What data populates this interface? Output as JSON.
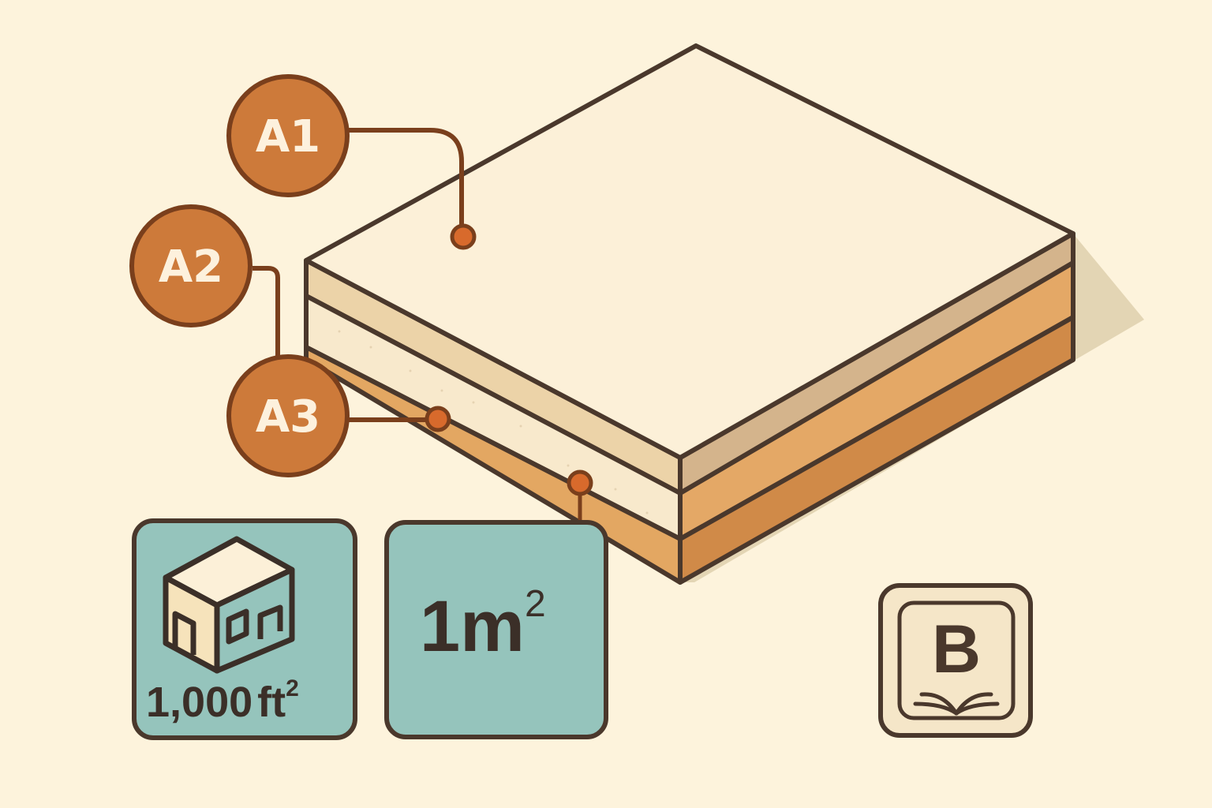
{
  "diagram": {
    "type": "isometric-layered-slab",
    "colors": {
      "background": "#fdf3dc",
      "outline": "#4a382c",
      "top_face": "#fcf0d8",
      "layer_1_left": "#ecd3a8",
      "layer_1_right": "#d4b48c",
      "layer_2_left": "#f8e9cc",
      "layer_2_right": "#e4a866",
      "layer_3_left": "#e3a762",
      "layer_3_right": "#d08a48",
      "shadow": "#e3d5b4",
      "callout_fill": "#cd7a3a",
      "callout_stroke": "#7a3f1c",
      "callout_dot": "#d86a2c",
      "tile_fill": "#95c4bc",
      "badge_fill": "#f5e6c8"
    },
    "callouts": [
      {
        "id": "A1",
        "label": "A1",
        "target": "top-surface"
      },
      {
        "id": "A2",
        "label": "A2",
        "target": "middle-layer"
      },
      {
        "id": "A3",
        "label": "A3",
        "target": "bottom-layer"
      }
    ],
    "tiles": [
      {
        "id": "building-area",
        "icon": "building-icon",
        "value": "1,000",
        "unit": "ft",
        "exponent": "2"
      },
      {
        "id": "unit-area",
        "value": "1",
        "unit": "m",
        "exponent": "2"
      }
    ],
    "badge": {
      "icon": "book-icon",
      "letter": "B"
    }
  }
}
